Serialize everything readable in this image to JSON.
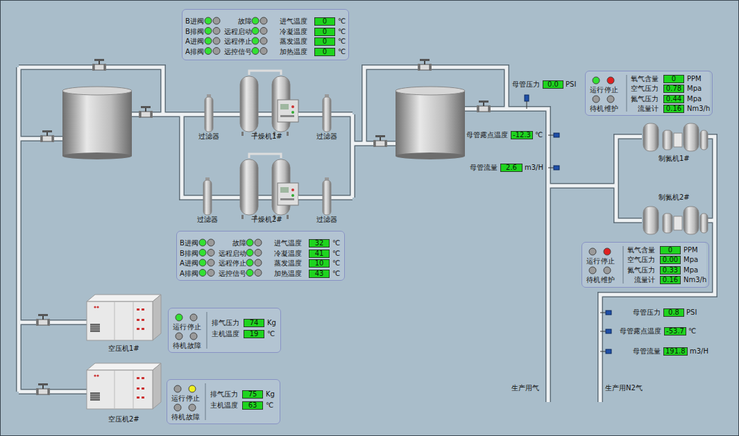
{
  "diagram": {
    "nodes": [
      {
        "text": [
          "B进阀",
          "故障",
          "进气温度",
          "0",
          "℃",
          "B排阀",
          "远程启动",
          "冷凝温度",
          "0",
          "℃",
          "A进阀",
          "远程停止",
          "蒸发温度",
          "0",
          "℃",
          "A排阀",
          "远控信号",
          "加热温度",
          "0",
          "℃"
        ]
      },
      {
        "text": [
          "过滤器"
        ]
      },
      {
        "text": [
          "干燥机1#"
        ]
      },
      {
        "text": [
          "过滤器"
        ]
      },
      {
        "text": [
          "过滤器"
        ]
      },
      {
        "text": [
          "干燥机2#"
        ]
      },
      {
        "text": [
          "过滤器"
        ]
      },
      {
        "text": [
          "B进阀",
          "故障",
          "进气温度",
          "32",
          "℃",
          "B排阀",
          "远程启动",
          "冷凝温度",
          "41",
          "℃",
          "A进阀",
          "远程停止",
          "蒸发温度",
          "10",
          "℃",
          "A排阀",
          "远控信号",
          "加热温度",
          "43",
          "℃"
        ]
      },
      {
        "text": [
          "运行",
          "停止",
          "待机",
          "维护",
          "氧气含量",
          "0",
          "PPM",
          "空气压力",
          "0.78",
          "Mpa",
          "氮气压力",
          "0.44",
          "Mpa",
          "流量计",
          "0.16",
          "Nm3/h"
        ]
      },
      {
        "text": [
          "制氮机1#"
        ]
      },
      {
        "text": [
          "制氮机2#"
        ]
      },
      {
        "text": [
          "运行",
          "停止",
          "待机",
          "维护",
          "氧气含量",
          "0",
          "PPM",
          "空气压力",
          "0.00",
          "Mpa",
          "氮气压力",
          "0.33",
          "Mpa",
          "流量计",
          "0.16",
          "Nm3/h"
        ]
      },
      {
        "text": [
          "空压机1#"
        ]
      },
      {
        "text": [
          "运行",
          "停止",
          "待机",
          "故障",
          "排气压力",
          "74",
          "Kg",
          "主机温度",
          "19",
          "℃"
        ]
      },
      {
        "text": [
          "空压机2#"
        ]
      },
      {
        "text": [
          "运行",
          "停止",
          "待机",
          "故障",
          "排气压力",
          "75",
          "Kg",
          "主机温度",
          "63",
          "℃"
        ]
      }
    ],
    "edges": [
      {
        "from": 1,
        "to": 2,
        "arrow": "none"
      },
      {
        "from": 2,
        "to": 3,
        "arrow": "none"
      },
      {
        "from": 4,
        "to": 5,
        "arrow": "none"
      },
      {
        "from": 5,
        "to": 6,
        "arrow": "none"
      }
    ],
    "labels": [
      "母管压力",
      "0.0",
      "PSI",
      "母管露点温度",
      "-12.3",
      "℃",
      "母管流量",
      "2.6",
      "m3/H",
      "母管压力",
      "0.8",
      "PSI",
      "母管露点温度",
      "-53.7",
      "℃",
      "母管流量",
      "191.8",
      "m3/H",
      "生产用气",
      "生产用N2气"
    ]
  }
}
